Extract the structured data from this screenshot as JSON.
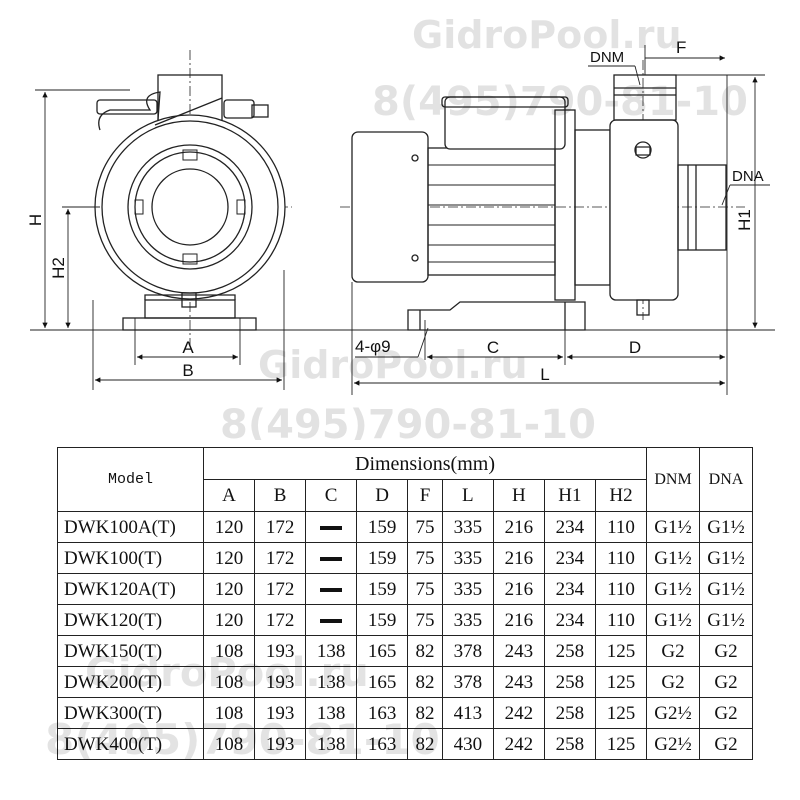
{
  "watermarks": {
    "site": "GidroPool.ru",
    "phone": "8(495)790-81-10"
  },
  "drawing": {
    "labels": {
      "H": "H",
      "H2": "H2",
      "A": "A",
      "B": "B",
      "DNM": "DNM",
      "F": "F",
      "DNA": "DNA",
      "H1": "H1",
      "holes": "4-φ9",
      "C": "C",
      "D": "D",
      "L": "L"
    }
  },
  "table": {
    "model_header": "Model",
    "dimensions_header": "Dimensions(mm)",
    "columns": [
      "A",
      "B",
      "C",
      "D",
      "F",
      "L",
      "H",
      "H1",
      "H2"
    ],
    "dnm_header": "DNM",
    "dna_header": "DNA",
    "rows": [
      {
        "model": "DWK100A(T)",
        "values": [
          "120",
          "172",
          "—",
          "159",
          "75",
          "335",
          "216",
          "234",
          "110"
        ],
        "dnm": "G1½",
        "dna": "G1½"
      },
      {
        "model": "DWK100(T)",
        "values": [
          "120",
          "172",
          "—",
          "159",
          "75",
          "335",
          "216",
          "234",
          "110"
        ],
        "dnm": "G1½",
        "dna": "G1½"
      },
      {
        "model": "DWK120A(T)",
        "values": [
          "120",
          "172",
          "—",
          "159",
          "75",
          "335",
          "216",
          "234",
          "110"
        ],
        "dnm": "G1½",
        "dna": "G1½"
      },
      {
        "model": "DWK120(T)",
        "values": [
          "120",
          "172",
          "—",
          "159",
          "75",
          "335",
          "216",
          "234",
          "110"
        ],
        "dnm": "G1½",
        "dna": "G1½"
      },
      {
        "model": "DWK150(T)",
        "values": [
          "108",
          "193",
          "138",
          "165",
          "82",
          "378",
          "243",
          "258",
          "125"
        ],
        "dnm": "G2",
        "dna": "G2"
      },
      {
        "model": "DWK200(T)",
        "values": [
          "108",
          "193",
          "138",
          "165",
          "82",
          "378",
          "243",
          "258",
          "125"
        ],
        "dnm": "G2",
        "dna": "G2"
      },
      {
        "model": "DWK300(T)",
        "values": [
          "108",
          "193",
          "138",
          "163",
          "82",
          "413",
          "242",
          "258",
          "125"
        ],
        "dnm": "G2½",
        "dna": "G2"
      },
      {
        "model": "DWK400(T)",
        "values": [
          "108",
          "193",
          "138",
          "163",
          "82",
          "430",
          "242",
          "258",
          "125"
        ],
        "dnm": "G2½",
        "dna": "G2"
      }
    ]
  }
}
